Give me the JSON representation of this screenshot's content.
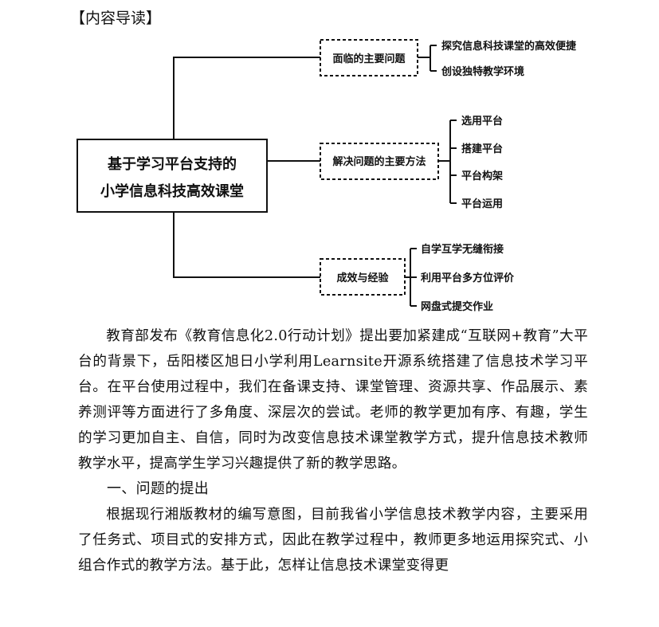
{
  "guide": {
    "title": "【内容导读】"
  },
  "mindmap": {
    "center": {
      "line1": "基于学习平台支持的",
      "line2": "小学信息科技高效课堂"
    },
    "branches": [
      {
        "label": "面临的主要问题",
        "items": [
          "探究信息科技课堂的高效便捷",
          "创设独特教学环境"
        ]
      },
      {
        "label": "解决问题的主要方法",
        "items": [
          "选用平台",
          "搭建平台",
          "平台构架",
          "平台运用"
        ]
      },
      {
        "label": "成效与经验",
        "items": [
          "自学互学无缝衔接",
          "利用平台多方位评价",
          "网盘式提交作业"
        ]
      }
    ]
  },
  "article": {
    "intro": "教育部发布《教育信息化2.0行动计划》提出要加紧建成“互联网+教育”大平台的背景下，岳阳楼区旭日小学利用Learnsite开源系统搭建了信息技术学习平台。在平台使用过程中，我们在备课支持、课堂管理、资源共享、作品展示、素养测评等方面进行了多角度、深层次的尝试。老师的教学更加有序、有趣，学生的学习更加自主、自信，同时为改变信息技术课堂教学方式，提升信息技术教师教学水平，提高学生学习兴趣提供了新的教学思路。",
    "section1_heading": "一、问题的提出",
    "section1_text": "根据现行湘版教材的编写意图，目前我省小学信息技术教学内容，主要采用了任务式、项目式的安排方式，因此在教学过程中，教师更多地运用探究式、小组合作式的教学方法。基于此，怎样让信息技术课堂变得更"
  }
}
